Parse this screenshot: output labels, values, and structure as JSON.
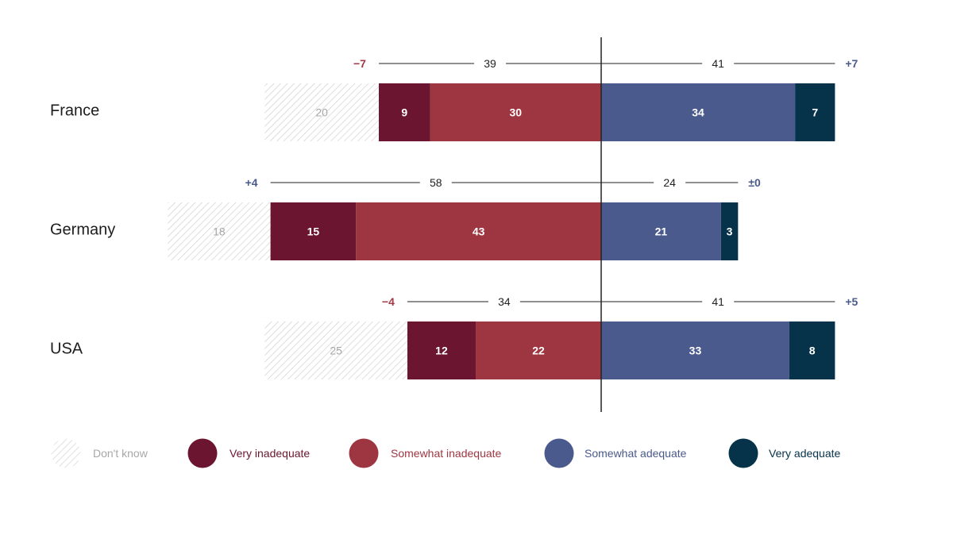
{
  "chart_data": {
    "type": "bar",
    "orientation": "horizontal-diverging",
    "categories": [
      "France",
      "Germany",
      "USA"
    ],
    "series": [
      {
        "name": "Don't know",
        "color": "#d6d6d6",
        "pattern": "hatched",
        "values": [
          20,
          18,
          25
        ]
      },
      {
        "name": "Very inadequate",
        "color": "#6b1530",
        "values": [
          9,
          15,
          12
        ]
      },
      {
        "name": "Somewhat inadequate",
        "color": "#9e3641",
        "values": [
          30,
          43,
          22
        ]
      },
      {
        "name": "Somewhat adequate",
        "color": "#4a5a8c",
        "values": [
          34,
          21,
          33
        ]
      },
      {
        "name": "Very adequate",
        "color": "#06324a",
        "values": [
          7,
          3,
          8
        ]
      }
    ],
    "inadequate_totals": [
      39,
      58,
      34
    ],
    "adequate_totals": [
      41,
      24,
      41
    ],
    "inadequate_change": [
      "−7",
      "+4",
      "−4"
    ],
    "adequate_change": [
      "+7",
      "±0",
      "+5"
    ],
    "legend_position": "bottom",
    "grid": false
  },
  "colors": {
    "negative_change": "#a13a45",
    "positive_change": "#4a5a8c",
    "center_line": "#222222"
  }
}
